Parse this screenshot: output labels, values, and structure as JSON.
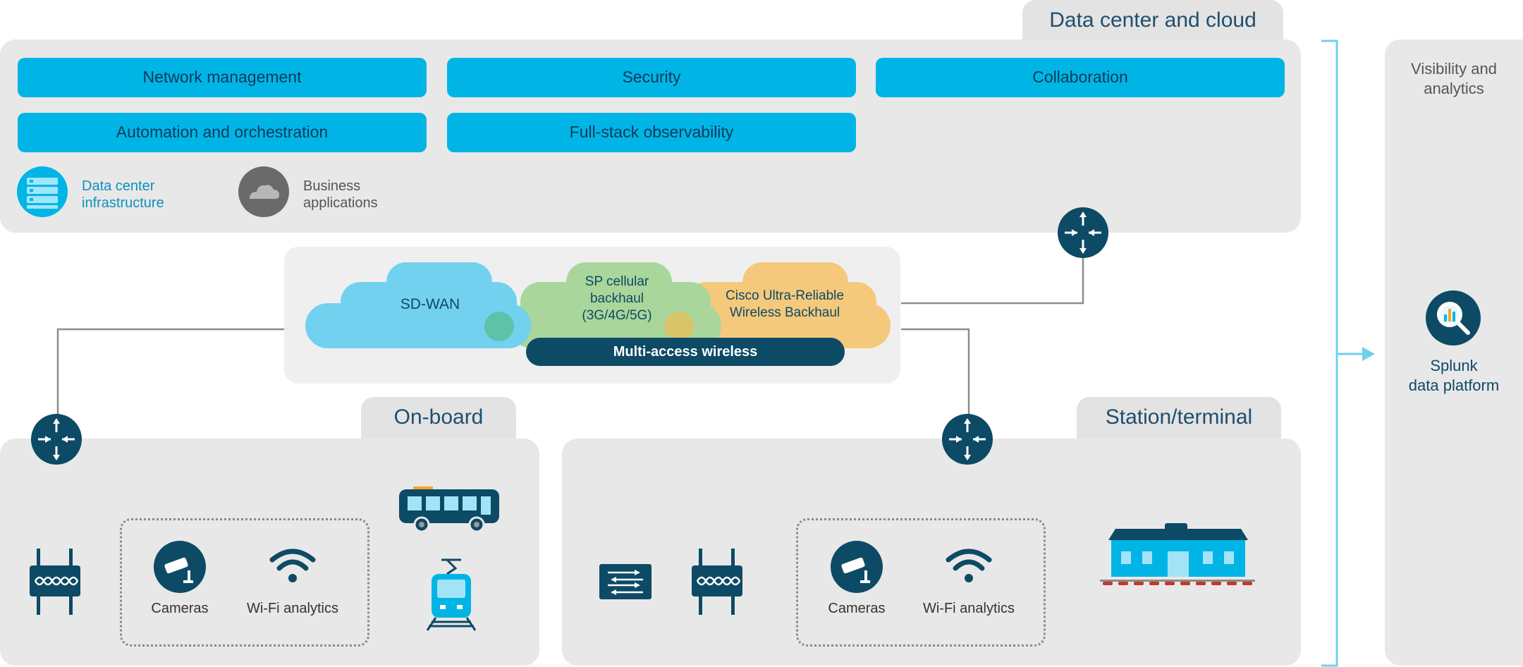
{
  "dc": {
    "title": "Data center and cloud",
    "pills": [
      "Network management",
      "Security",
      "Collaboration",
      "Automation and orchestration",
      "Full-stack observability"
    ],
    "dc_infra_label": "Data center\ninfrastructure",
    "business_label": "Business\napplications"
  },
  "wan": {
    "sdwan": "SD-WAN",
    "cellular": "SP cellular\nbackhaul\n(3G/4G/5G)",
    "curwb": "Cisco Ultra-Reliable\nWireless Backhaul",
    "multi": "Multi-access wireless"
  },
  "onboard": {
    "title": "On-board",
    "cameras": "Cameras",
    "wifi": "Wi-Fi analytics"
  },
  "station": {
    "title": "Station/terminal",
    "cameras": "Cameras",
    "wifi": "Wi-Fi analytics"
  },
  "visibility": {
    "title": "Visibility and\nanalytics",
    "splunk": "Splunk\ndata platform"
  },
  "colors": {
    "pill_blue": "#00b5e6",
    "dark_navy": "#0d4a66",
    "panel_gray": "#e8e8e8",
    "cloud_blue": "#72d1ef",
    "cloud_green": "#a9d69a",
    "cloud_orange": "#f5c97b",
    "bracket_blue": "#6fd0f0"
  }
}
